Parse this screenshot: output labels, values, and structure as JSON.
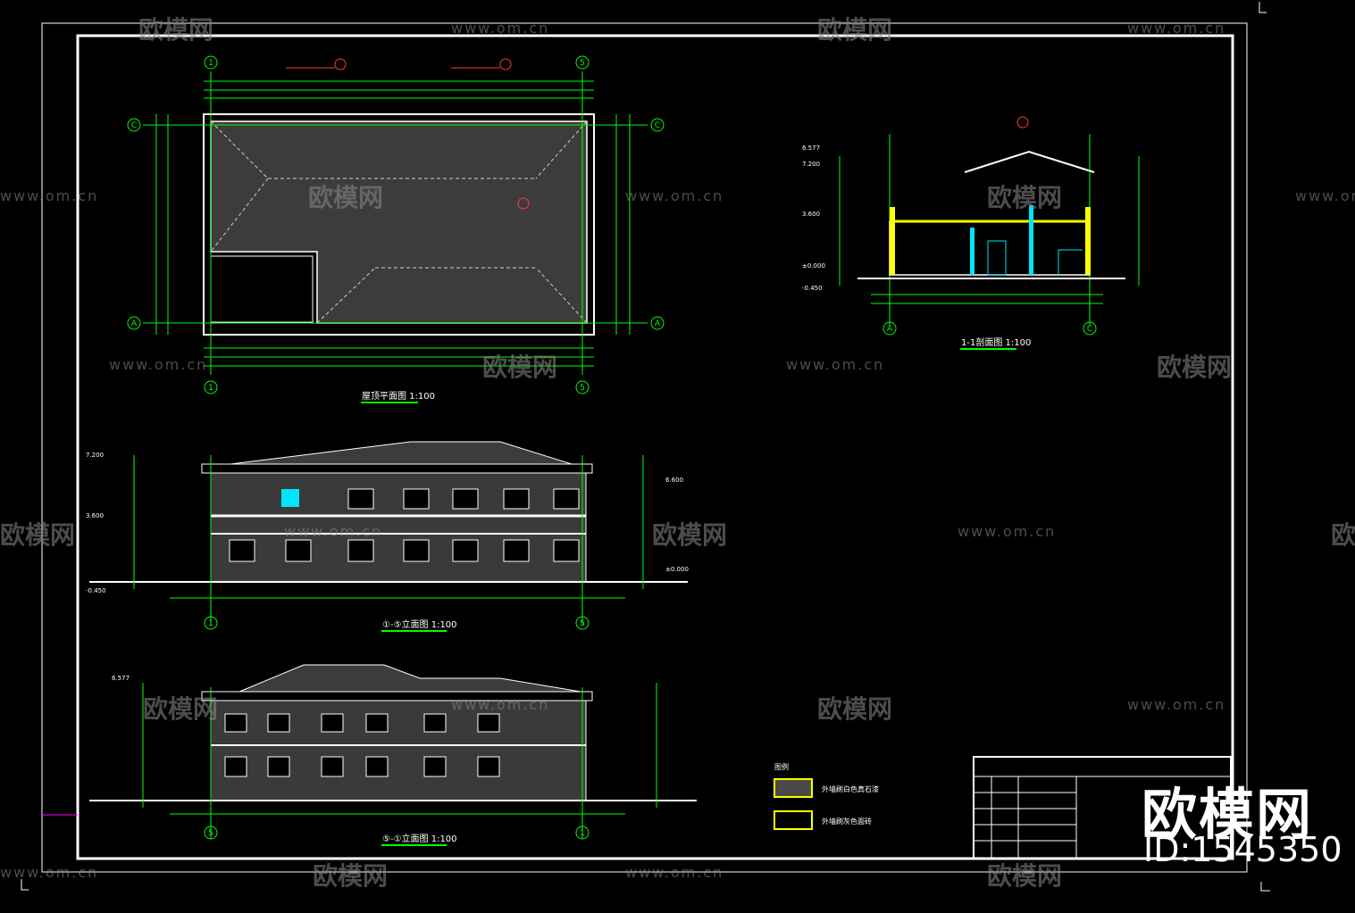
{
  "drawing": {
    "colors": {
      "frame": "#ffffff",
      "dim": "#00ff00",
      "axis": "#00ff00",
      "wall": "#ffffff",
      "leader": "#ff3b3b",
      "hatch": "#cfcfcf",
      "accent": "#00e5ff",
      "yellow": "#ffff00",
      "magenta": "#ff00ff",
      "background": "#000000"
    },
    "titles": {
      "roof_plan": "屋顶平面图 1:100",
      "section": "1-1剖面图 1:100",
      "elev_front": "①-⑤立面图 1:100",
      "elev_back": "⑤-①立面图 1:100"
    },
    "grid_labels": {
      "g1": "1",
      "g5": "5",
      "gA": "A",
      "gC": "C"
    },
    "legend": {
      "title": "图例",
      "items": [
        "外墙刷白色真石漆",
        "外墙刷灰色面砖"
      ]
    },
    "section_levels": [
      "6.577",
      "7.200",
      "3.600",
      "±0.000",
      "-0.450"
    ],
    "elev_levels": [
      "7.200",
      "6.600",
      "3.600",
      "±0.000",
      "-0.450",
      "6.577"
    ]
  },
  "watermark": {
    "url": "www.om.cn",
    "logo": "欧模网",
    "brand": "欧模网",
    "id": "ID:1545350"
  }
}
